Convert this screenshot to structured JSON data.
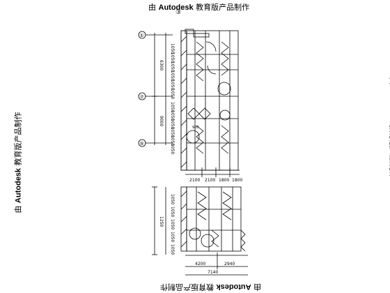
{
  "watermark": {
    "prefix": "由",
    "brand": "Autodesk",
    "suffix": "教育版产品制作"
  },
  "top_marker": "③",
  "grid_markers": [
    "①",
    "⑦",
    "⑤"
  ],
  "upper_plan": {
    "segment_dims": [
      "1050",
      "1050",
      "1050",
      "1050",
      "1050",
      "1050",
      "1050",
      "1050",
      "1050",
      "1050",
      "1050",
      "1050"
    ],
    "group_dims": [
      "6300",
      "9000"
    ],
    "bottom_dims": [
      "2100",
      "2100",
      "1800",
      "1800"
    ],
    "note_dim": "900"
  },
  "lower_plan": {
    "segment_dims": [
      "1050",
      "1050",
      "1050",
      "1050",
      "1050"
    ],
    "group_dim": "1250",
    "bottom_dims": [
      "4200",
      "2940"
    ],
    "total_dim": "7140"
  },
  "colors": {
    "line": "#000000",
    "background": "#ffffff"
  }
}
